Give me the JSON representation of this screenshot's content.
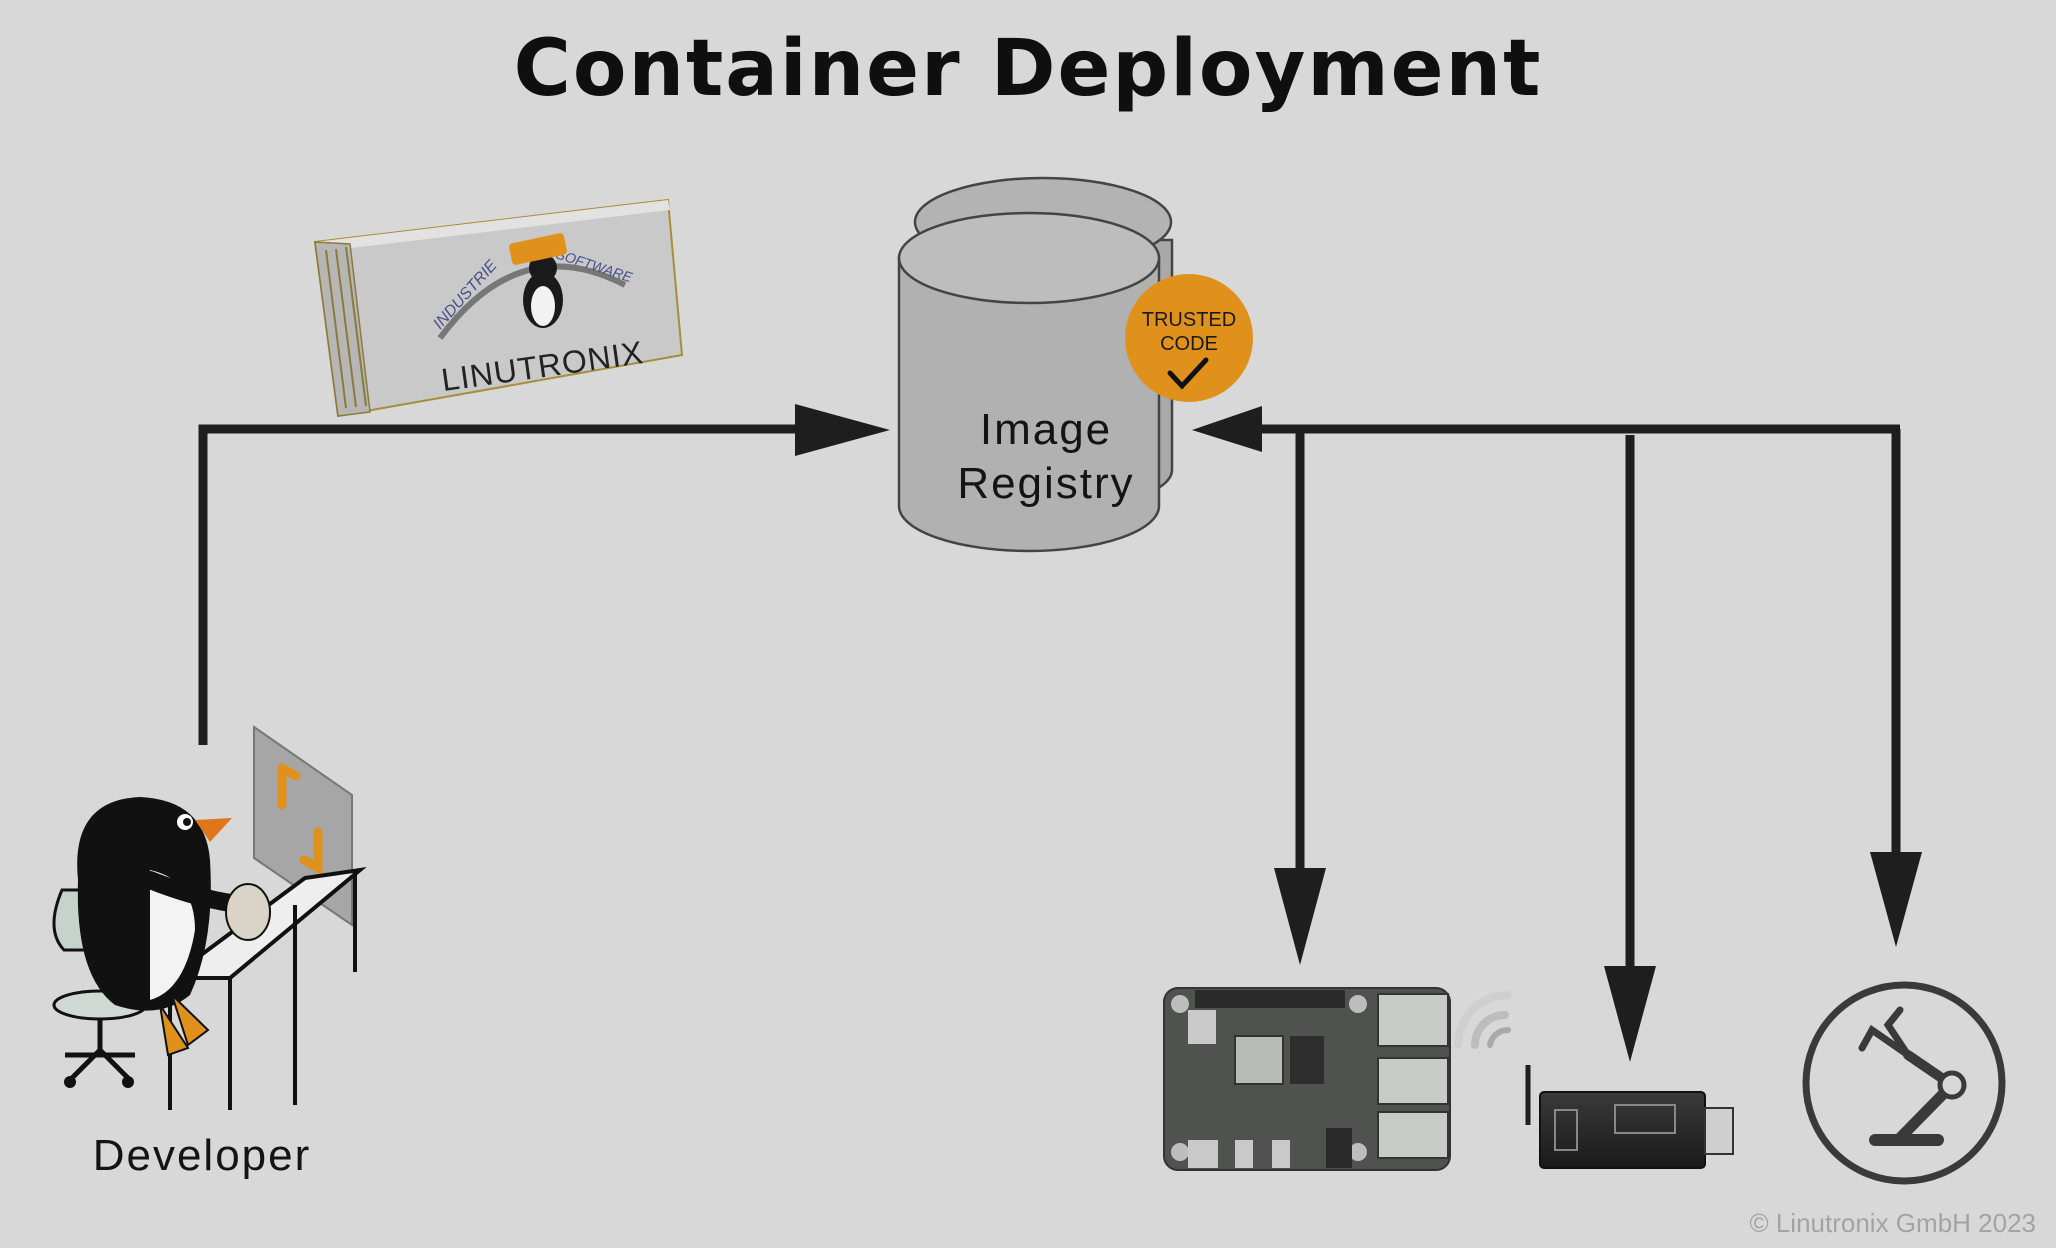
{
  "title": "Container Deployment",
  "registry": {
    "label_line1": "Image",
    "label_line2": "Registry"
  },
  "badge": {
    "line1": "TRUSTED",
    "line2": "CODE",
    "icon": "checkmark-icon",
    "color": "#e0911c"
  },
  "container": {
    "brand": "LINUTRONIX",
    "arc_left": "INDUSTRIE",
    "arc_right": "SOFTWARE",
    "icon": "shipping-container-icon"
  },
  "developer": {
    "label": "Developer",
    "icon": "penguin-at-desk-icon"
  },
  "devices": [
    {
      "name": "raspberry-pi-board-icon"
    },
    {
      "name": "usb-wireless-stick-icon"
    },
    {
      "name": "robot-arm-icon"
    }
  ],
  "copyright": "© Linutronix GmbH 2023",
  "colors": {
    "background": "#d8d8d8",
    "arrow": "#1e1e1e",
    "accent": "#e0911c"
  }
}
